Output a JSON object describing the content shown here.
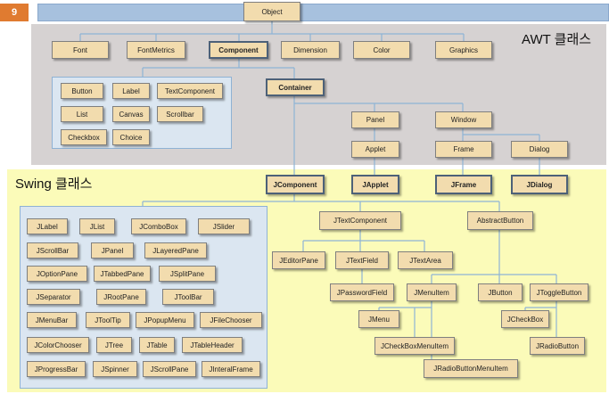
{
  "slide_number": "9",
  "awt_label": "AWT 클래스",
  "swing_label": "Swing 클래스",
  "awt": {
    "object": "Object",
    "font": "Font",
    "font_metrics": "FontMetrics",
    "component": "Component",
    "dimension": "Dimension",
    "color": "Color",
    "graphics": "Graphics",
    "component_children": [
      "Button",
      "Label",
      "TextComponent",
      "List",
      "Canvas",
      "Scrollbar",
      "Checkbox",
      "Choice"
    ],
    "container": "Container",
    "panel": "Panel",
    "window": "Window",
    "applet": "Applet",
    "frame": "Frame",
    "dialog": "Dialog"
  },
  "swing": {
    "jcomponent": "JComponent",
    "japplet": "JApplet",
    "jframe": "JFrame",
    "jdialog": "JDialog",
    "jcomponent_children": [
      [
        "JLabel",
        "JList",
        "JComboBox",
        "JSlider"
      ],
      [
        "JScrollBar",
        "JPanel",
        "JLayeredPane"
      ],
      [
        "JOptionPane",
        "JTabbedPane",
        "JSplitPane"
      ],
      [
        "JSeparator",
        "JRootPane",
        "JToolBar"
      ],
      [
        "JMenuBar",
        "JToolTip",
        "JPopupMenu",
        "JFileChooser"
      ],
      [
        "JColorChooser",
        "JTree",
        "JTable",
        "JTableHeader"
      ],
      [
        "JProgressBar",
        "JSpinner",
        "JScrollPane",
        "JInteralFrame"
      ]
    ],
    "jtextcomponent": "JTextComponent",
    "jeditorpane": "JEditorPane",
    "jtextfield": "JTextField",
    "jtextarea": "JTextArea",
    "jpasswordfield": "JPasswordField",
    "abstractbutton": "AbstractButton",
    "jmenuitem": "JMenuItem",
    "jbutton": "JButton",
    "jtogglebutton": "JToggleButton",
    "jmenu": "JMenu",
    "jcheckboxmenuitem": "JCheckBoxMenuItem",
    "jradiobuttonmenuitem": "JRadioButtonMenuItem",
    "jcheckbox": "JCheckBox",
    "jradiobutton": "JRadioButton"
  }
}
